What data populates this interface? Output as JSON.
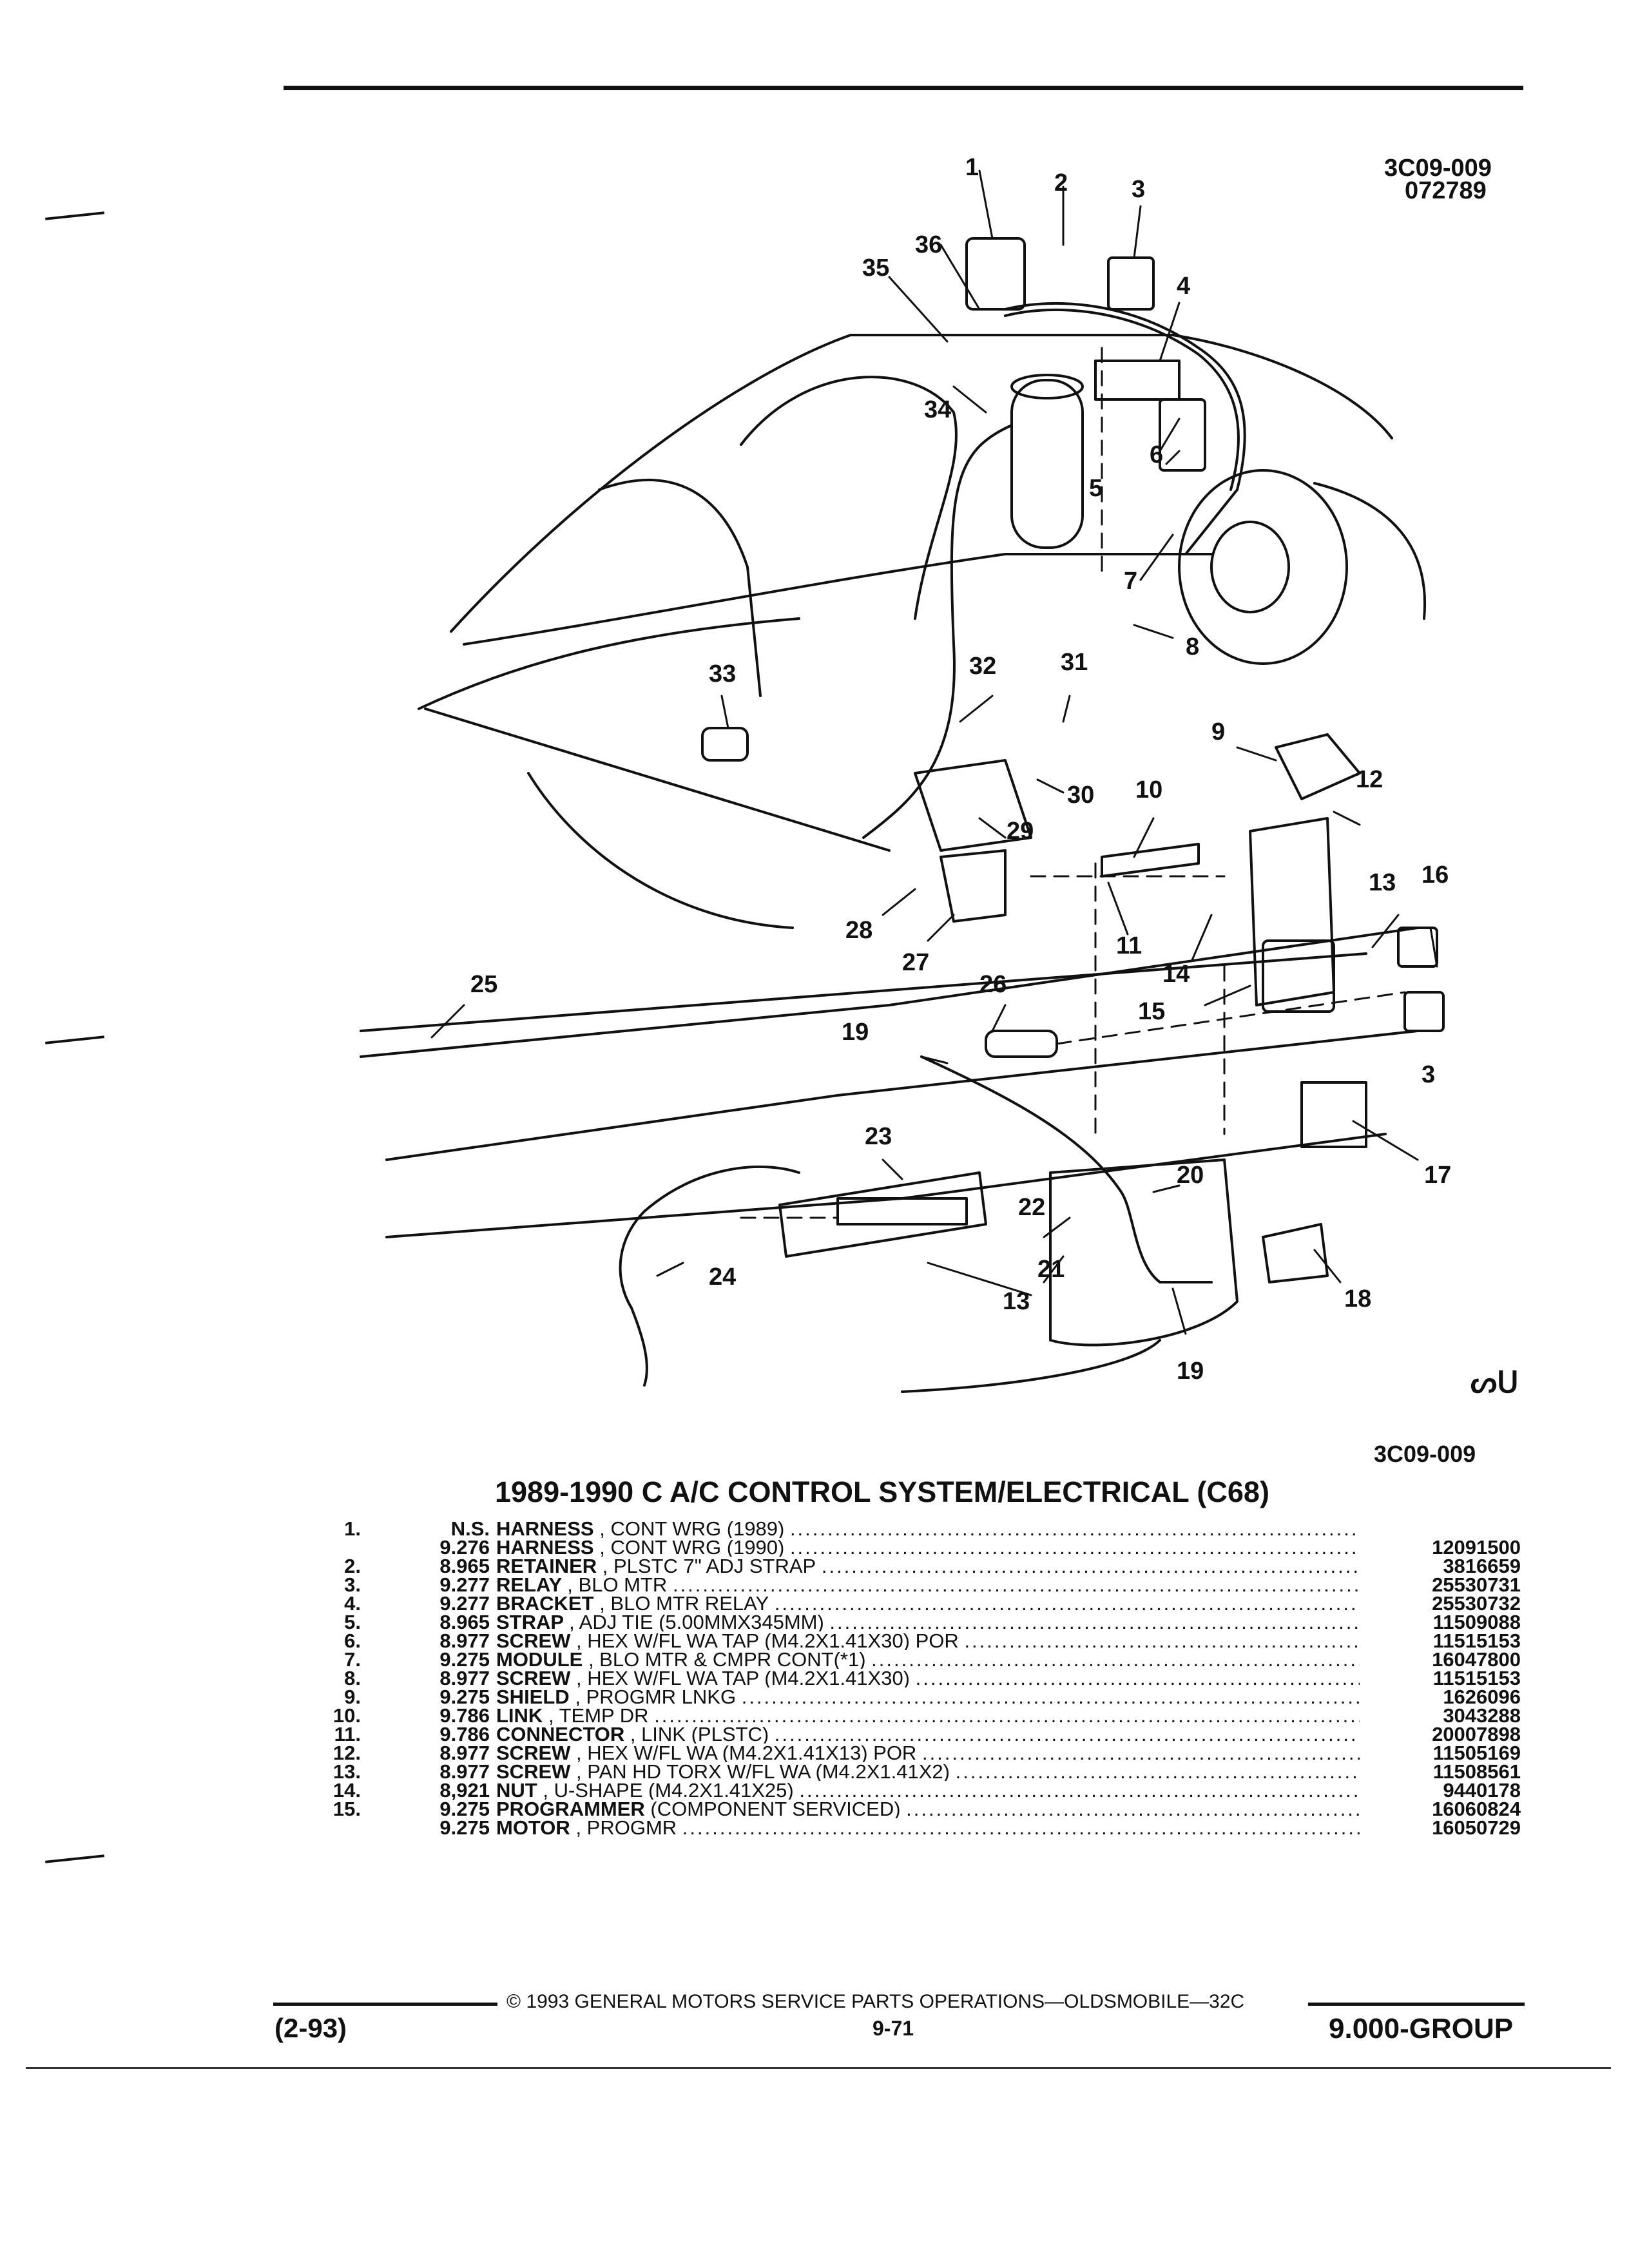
{
  "header": {
    "diagram_id_top": "3C09-009",
    "diagram_date": "072789",
    "diagram_id_bottom": "3C09-009",
    "corner_mark": "ᔕᑌ"
  },
  "title": "1989-1990 C A/C CONTROL SYSTEM/ELECTRICAL (C68)",
  "callouts": [
    "1",
    "2",
    "3",
    "4",
    "5",
    "6",
    "7",
    "8",
    "9",
    "10",
    "11",
    "12",
    "13",
    "13",
    "13",
    "14",
    "15",
    "16",
    "17",
    "18",
    "19",
    "19",
    "20",
    "21",
    "22",
    "23",
    "24",
    "25",
    "26",
    "27",
    "28",
    "29",
    "30",
    "31",
    "32",
    "33",
    "34",
    "35",
    "36",
    "3"
  ],
  "parts": [
    {
      "item": "1.",
      "section": "N.S.",
      "name": "HARNESS",
      "desc": ", CONT WRG (1989)",
      "part": ""
    },
    {
      "item": "",
      "section": "9.276",
      "name": "HARNESS",
      "desc": ", CONT WRG (1990)",
      "part": "12091500"
    },
    {
      "item": "2.",
      "section": "8.965",
      "name": "RETAINER",
      "desc": ", PLSTC 7\" ADJ STRAP",
      "part": "3816659"
    },
    {
      "item": "3.",
      "section": "9.277",
      "name": "RELAY",
      "desc": ", BLO MTR",
      "part": "25530731"
    },
    {
      "item": "4.",
      "section": "9.277",
      "name": "BRACKET",
      "desc": ", BLO MTR RELAY",
      "part": "25530732"
    },
    {
      "item": "5.",
      "section": "8.965",
      "name": "STRAP",
      "desc": ", ADJ TIE (5.00MMX345MM)",
      "part": "11509088"
    },
    {
      "item": "6.",
      "section": "8.977",
      "name": "SCREW",
      "desc": ", HEX W/FL WA TAP (M4.2X1.41X30) POR",
      "part": "11515153"
    },
    {
      "item": "7.",
      "section": "9.275",
      "name": "MODULE",
      "desc": ", BLO MTR & CMPR CONT(*1)",
      "part": "16047800"
    },
    {
      "item": "8.",
      "section": "8.977",
      "name": "SCREW",
      "desc": ", HEX W/FL WA TAP (M4.2X1.41X30)",
      "part": "11515153"
    },
    {
      "item": "9.",
      "section": "9.275",
      "name": "SHIELD",
      "desc": ", PROGMR LNKG",
      "part": "1626096"
    },
    {
      "item": "10.",
      "section": "9.786",
      "name": "LINK",
      "desc": ", TEMP DR",
      "part": "3043288"
    },
    {
      "item": "11.",
      "section": "9.786",
      "name": "CONNECTOR",
      "desc": ", LINK (PLSTC)",
      "part": "20007898"
    },
    {
      "item": "12.",
      "section": "8.977",
      "name": "SCREW",
      "desc": ", HEX W/FL WA (M4.2X1.41X13) POR",
      "part": "11505169"
    },
    {
      "item": "13.",
      "section": "8.977",
      "name": "SCREW",
      "desc": ", PAN HD TORX W/FL WA (M4.2X1.41X2)",
      "part": "11508561"
    },
    {
      "item": "14.",
      "section": "8,921",
      "name": "NUT",
      "desc": ", U-SHAPE (M4.2X1.41X25)",
      "part": "9440178"
    },
    {
      "item": "15.",
      "section": "9.275",
      "name": "PROGRAMMER",
      "desc": "(COMPONENT SERVICED)",
      "part": "16060824"
    },
    {
      "item": "",
      "section": "9.275",
      "name": "MOTOR",
      "desc": ", PROGMR",
      "part": "16050729"
    }
  ],
  "footer": {
    "copyright": "© 1993 GENERAL MOTORS SERVICE PARTS OPERATIONS—OLDSMOBILE—32C",
    "date_code": "(2-93)",
    "page": "9-71",
    "group": "9.000-GROUP"
  }
}
